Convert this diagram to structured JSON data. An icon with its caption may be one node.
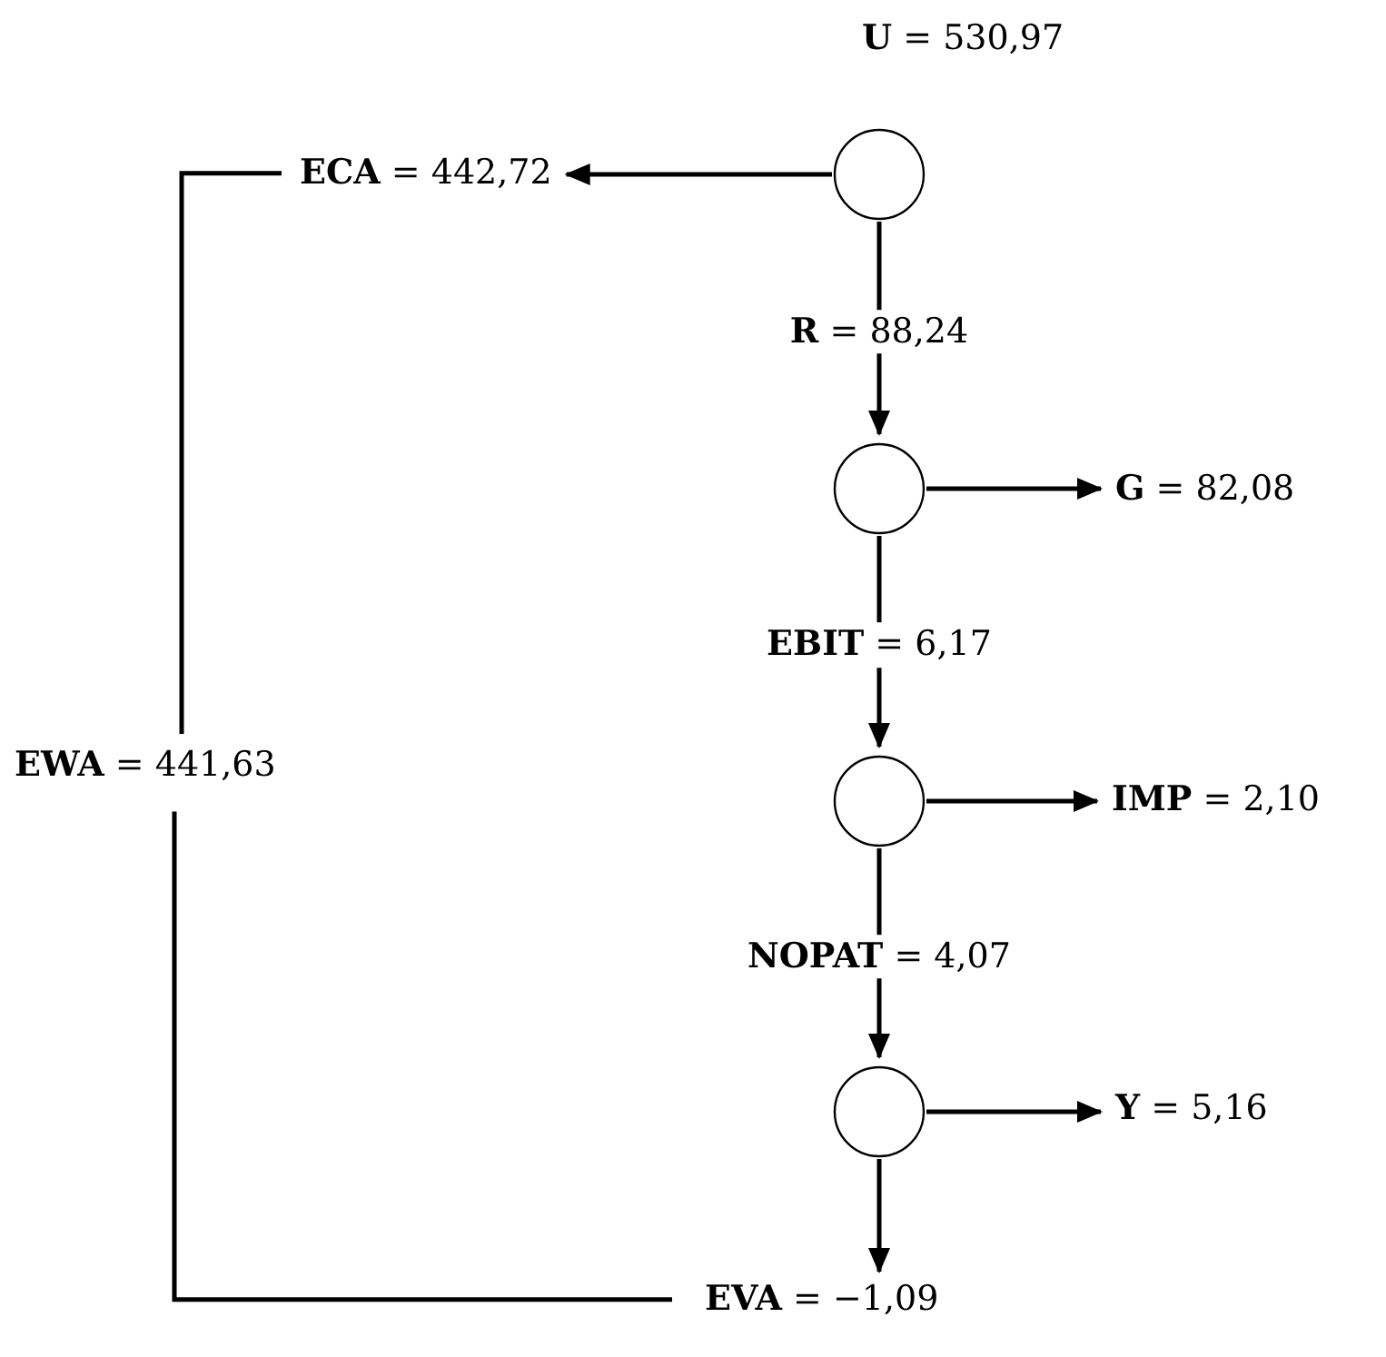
{
  "diagram": {
    "nodes": [
      {
        "text": [],
        "shape": "circle",
        "beside": [
          "**U** = 530,97"
        ]
      },
      {
        "text": [
          "**ECA** = 442,72"
        ]
      },
      {
        "text": [],
        "shape": "circle"
      },
      {
        "text": [
          "**G** = 82,08"
        ]
      },
      {
        "text": [
          "**EWA** = 441,63"
        ]
      },
      {
        "text": [],
        "shape": "circle"
      },
      {
        "text": [
          "**IMP** = 2,10"
        ]
      },
      {
        "text": [],
        "shape": "circle"
      },
      {
        "text": [
          "**Y** = 5,16"
        ]
      },
      {
        "text": [
          "**EVA** = −1,09"
        ]
      }
    ],
    "edges": [
      {
        "from": 0,
        "to": 1,
        "arrow": "to"
      },
      {
        "from": 0,
        "to": 2,
        "arrow": "to",
        "label": "**R** = 88,24"
      },
      {
        "from": 2,
        "to": 3,
        "arrow": "to"
      },
      {
        "from": 2,
        "to": 5,
        "arrow": "to",
        "label": "**EBIT** = 6,17"
      },
      {
        "from": 5,
        "to": 6,
        "arrow": "to"
      },
      {
        "from": 5,
        "to": 7,
        "arrow": "to",
        "label": "**NOPAT** = 4,07"
      },
      {
        "from": 7,
        "to": 8,
        "arrow": "to"
      },
      {
        "from": 7,
        "to": 9,
        "arrow": "to"
      },
      {
        "from": 1,
        "to": 4,
        "arrow": "none"
      },
      {
        "from": 9,
        "to": 4,
        "arrow": "none"
      }
    ]
  }
}
